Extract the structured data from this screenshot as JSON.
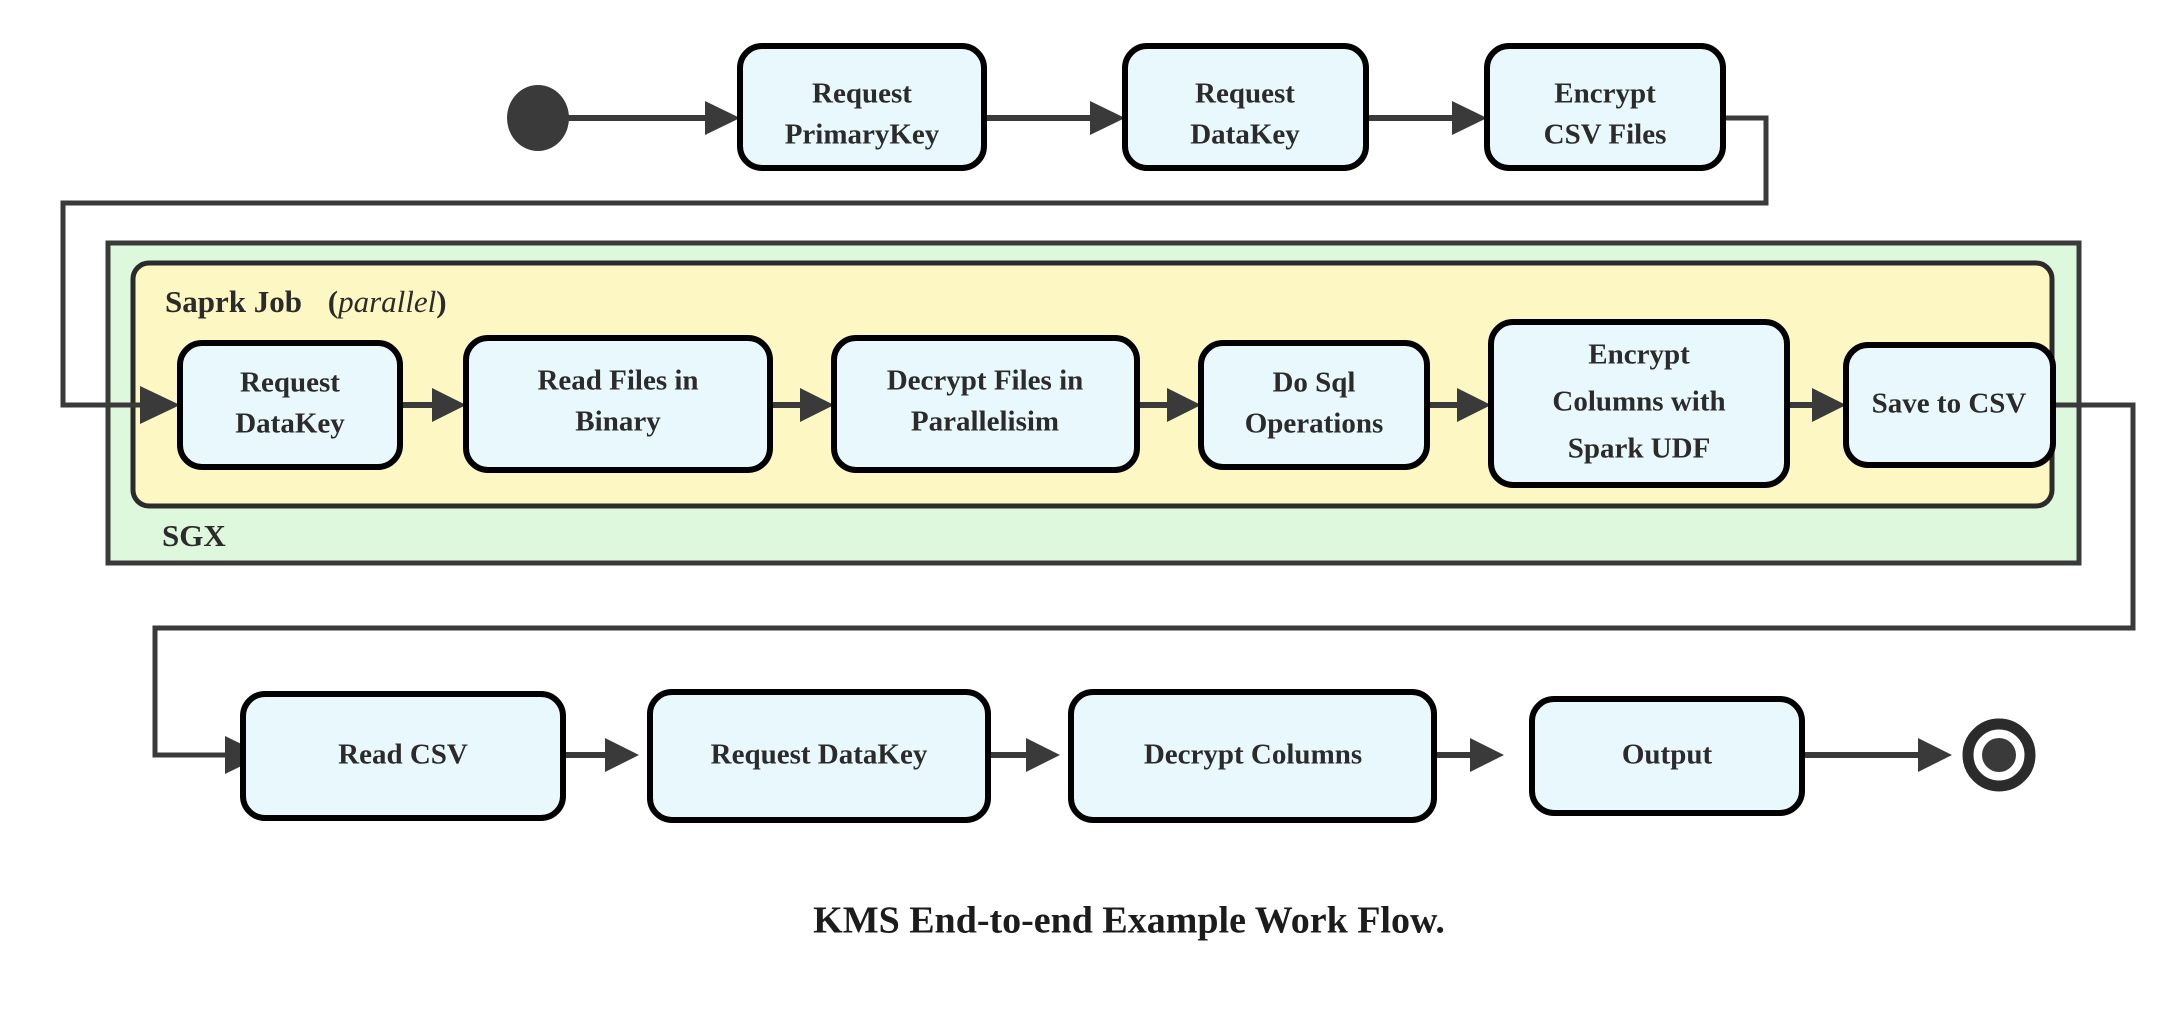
{
  "caption": "KMS End-to-end Example Work Flow.",
  "colors": {
    "node_fill": "#e8f8fc",
    "node_stroke": "#000000",
    "sgx_fill": "#ddf8dd",
    "spark_fill": "#fdf7c3",
    "edge": "#3a3a3a",
    "text": "#2b2b2b",
    "background": "#ffffff"
  },
  "groups": {
    "sgx": {
      "label": "SGX"
    },
    "spark": {
      "label": "Saprk Job",
      "modifier": "(parallel)",
      "modifier_open": "(",
      "modifier_word": "parallel",
      "modifier_close": ")"
    }
  },
  "markers": {
    "start": {
      "name": "start-node",
      "label": "start"
    },
    "end": {
      "name": "end-node",
      "label": "end"
    }
  },
  "rows": {
    "top": {
      "name": "top-row",
      "nodes": [
        {
          "id": "request-primarykey",
          "lines": [
            "Request",
            "PrimaryKey"
          ]
        },
        {
          "id": "request-datakey-top",
          "lines": [
            "Request",
            "DataKey"
          ]
        },
        {
          "id": "encrypt-csv-files",
          "lines": [
            "Encrypt",
            "CSV Files"
          ]
        }
      ]
    },
    "spark": {
      "name": "spark-row",
      "nodes": [
        {
          "id": "request-datakey-spark",
          "lines": [
            "Request",
            "DataKey"
          ]
        },
        {
          "id": "read-files-in-binary",
          "lines": [
            "Read Files in",
            "Binary"
          ]
        },
        {
          "id": "decrypt-files-in-parallelisim",
          "lines": [
            "Decrypt Files in",
            "Parallelisim"
          ]
        },
        {
          "id": "do-sql-operations",
          "lines": [
            "Do Sql",
            "Operations"
          ]
        },
        {
          "id": "encrypt-columns-with-spark-udf",
          "lines": [
            "Encrypt",
            "Columns with",
            "Spark UDF"
          ]
        },
        {
          "id": "save-to-csv",
          "lines": [
            "Save to CSV"
          ]
        }
      ]
    },
    "bottom": {
      "name": "bottom-row",
      "nodes": [
        {
          "id": "read-csv",
          "lines": [
            "Read CSV"
          ]
        },
        {
          "id": "request-datakey-bottom",
          "lines": [
            "Request DataKey"
          ]
        },
        {
          "id": "decrypt-columns",
          "lines": [
            "Decrypt Columns"
          ]
        },
        {
          "id": "output",
          "lines": [
            "Output"
          ]
        }
      ]
    }
  },
  "edges": [
    {
      "id": "start-to-request-primarykey",
      "from": "start",
      "to": "request-primarykey"
    },
    {
      "id": "request-primarykey-to-request-datakey",
      "from": "request-primarykey",
      "to": "request-datakey-top"
    },
    {
      "id": "request-datakey-to-encrypt-csv-files",
      "from": "request-datakey-top",
      "to": "encrypt-csv-files"
    },
    {
      "id": "encrypt-csv-files-to-spark-job",
      "from": "encrypt-csv-files",
      "to": "request-datakey-spark"
    },
    {
      "id": "request-datakey-to-read-files",
      "from": "request-datakey-spark",
      "to": "read-files-in-binary"
    },
    {
      "id": "read-files-to-decrypt-files",
      "from": "read-files-in-binary",
      "to": "decrypt-files-in-parallelisim"
    },
    {
      "id": "decrypt-files-to-do-sql",
      "from": "decrypt-files-in-parallelisim",
      "to": "do-sql-operations"
    },
    {
      "id": "do-sql-to-encrypt-columns",
      "from": "do-sql-operations",
      "to": "encrypt-columns-with-spark-udf"
    },
    {
      "id": "encrypt-columns-to-save-csv",
      "from": "encrypt-columns-with-spark-udf",
      "to": "save-to-csv"
    },
    {
      "id": "save-csv-to-read-csv",
      "from": "save-to-csv",
      "to": "read-csv"
    },
    {
      "id": "read-csv-to-request-datakey",
      "from": "read-csv",
      "to": "request-datakey-bottom"
    },
    {
      "id": "request-datakey-to-decrypt-columns",
      "from": "request-datakey-bottom",
      "to": "decrypt-columns"
    },
    {
      "id": "decrypt-columns-to-output",
      "from": "decrypt-columns",
      "to": "output"
    },
    {
      "id": "output-to-end",
      "from": "output",
      "to": "end"
    }
  ]
}
